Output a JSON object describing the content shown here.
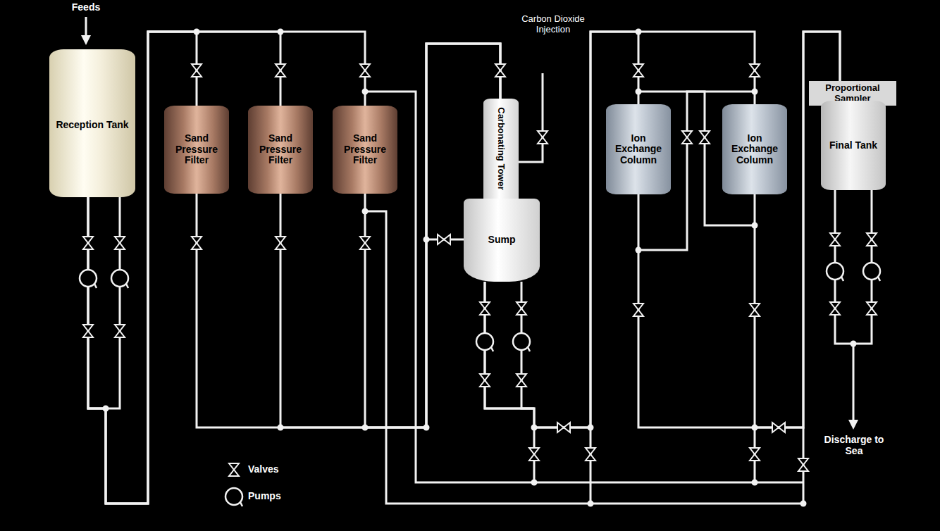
{
  "diagram": {
    "nodes": [
      {
        "text": [
          "Reception Tank"
        ]
      },
      {
        "text": [
          "Sand Pressure Filter"
        ]
      },
      {
        "text": [
          "Sand Pressure Filter"
        ]
      },
      {
        "text": [
          "Sand Pressure Filter"
        ]
      },
      {
        "text": [
          "Carbonating Tower"
        ]
      },
      {
        "text": [
          "Sump"
        ]
      },
      {
        "text": [
          "Ion Exchange Column"
        ]
      },
      {
        "text": [
          "Ion Exchange Column"
        ]
      },
      {
        "text": [
          "Proportional Sampler"
        ]
      },
      {
        "text": [
          "Final Tank"
        ]
      }
    ],
    "edges": [
      {
        "from": 0,
        "to": 1,
        "arrow": "none"
      },
      {
        "from": 0,
        "to": 2,
        "arrow": "none"
      },
      {
        "from": 0,
        "to": 3,
        "arrow": "none"
      },
      {
        "from": 1,
        "to": 4,
        "arrow": "none"
      },
      {
        "from": 2,
        "to": 4,
        "arrow": "none"
      },
      {
        "from": 3,
        "to": 4,
        "arrow": "none"
      },
      {
        "from": 5,
        "to": 6,
        "arrow": "none"
      },
      {
        "from": 5,
        "to": 7,
        "arrow": "none"
      },
      {
        "from": 6,
        "to": 8,
        "arrow": "none"
      },
      {
        "from": 7,
        "to": 8,
        "arrow": "none"
      }
    ],
    "labels": [
      "Feeds",
      "Carbon Dioxide Injection",
      "Discharge to Sea"
    ],
    "legend": [
      {
        "text": "Valves"
      },
      {
        "text": "Pumps"
      }
    ]
  }
}
